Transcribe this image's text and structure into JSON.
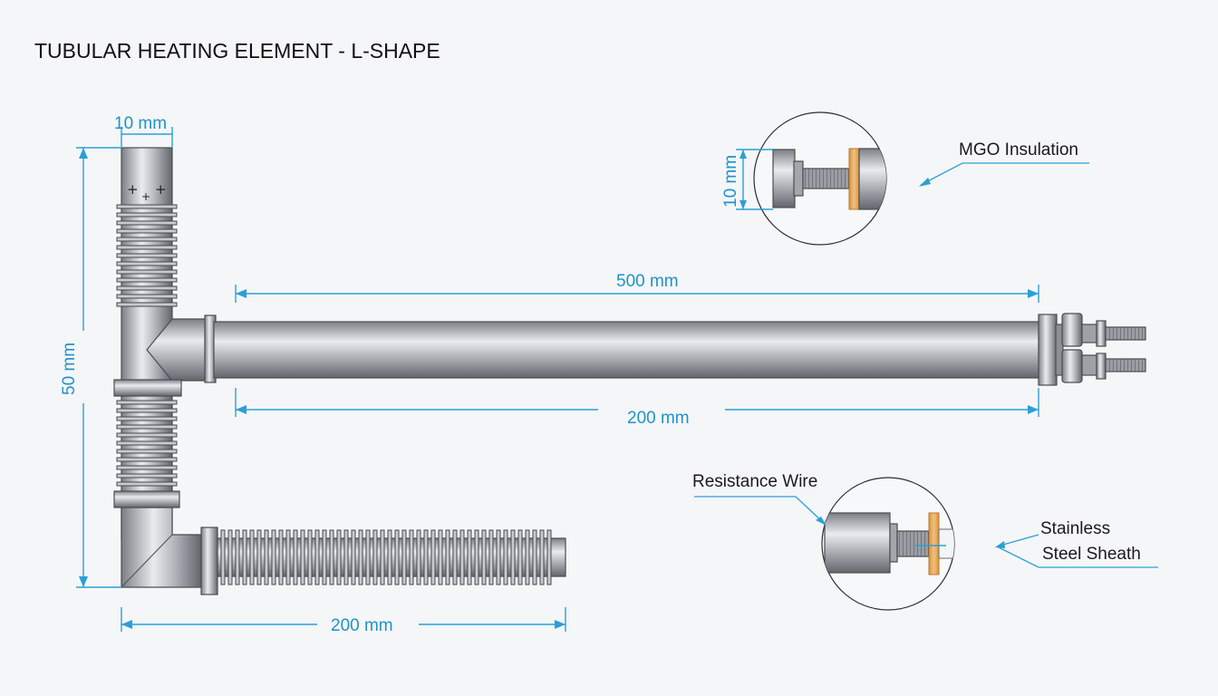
{
  "title": "TUBULAR HEATING ELEMENT - L-SHAPE",
  "dimensions": {
    "tube_diameter": "10 mm",
    "vertical_height": "50 mm",
    "upper_length": "500 mm",
    "middle_length": "200 mm",
    "bottom_length": "200 mm",
    "detail_diameter": "10 mm"
  },
  "callouts": {
    "mgo_insulation": "MGO Insulation",
    "resistance_wire": "Resistance Wire",
    "sheath_line1": "Stainless",
    "sheath_line2": "Steel Sheath"
  },
  "colors": {
    "dimension": "#1f93c9",
    "metal_dark": "#6e7278",
    "metal_light": "#e4e6e9",
    "insulation": "#e8a95a"
  }
}
